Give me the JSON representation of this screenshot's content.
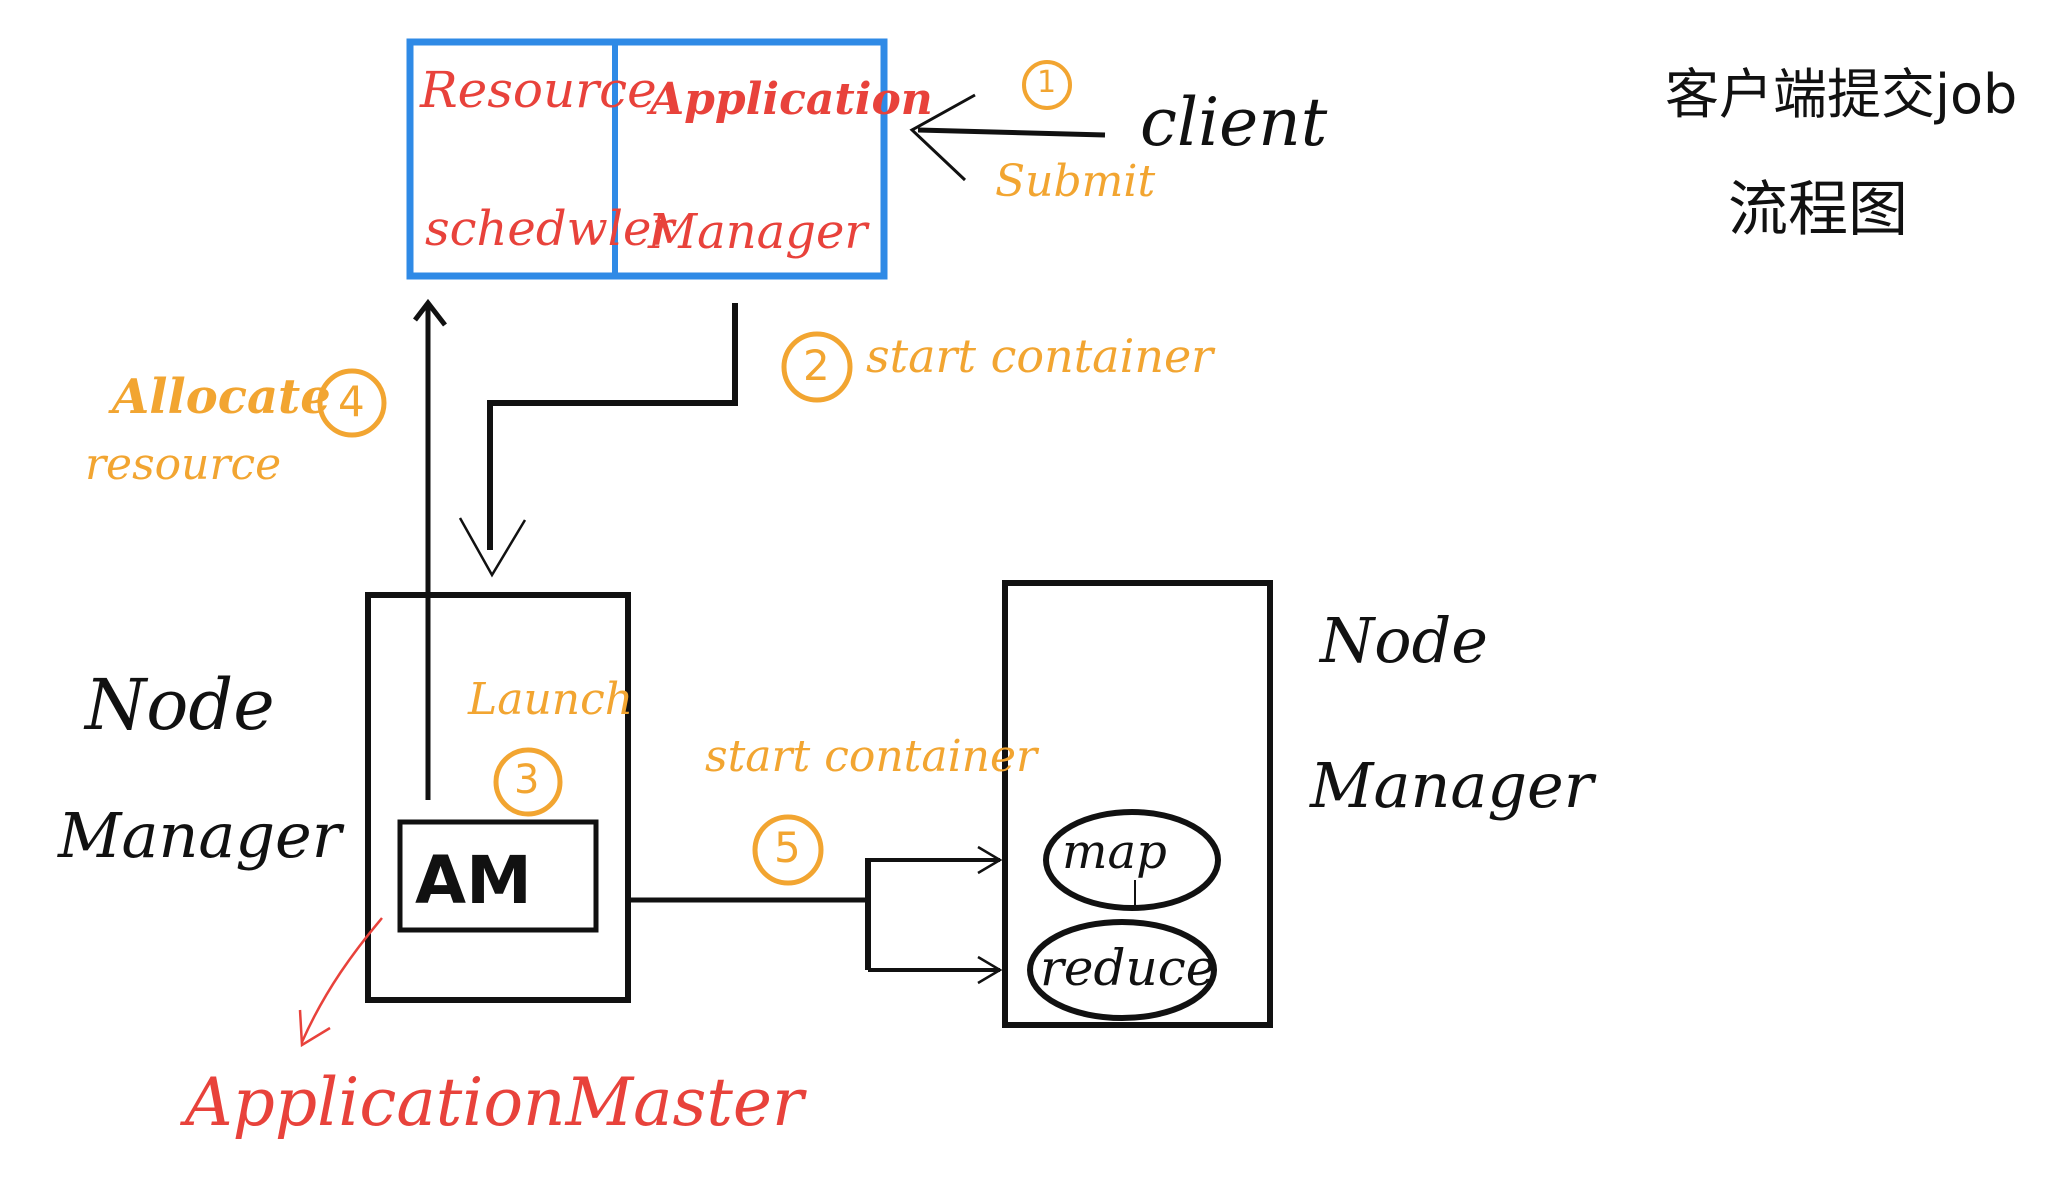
{
  "colors": {
    "blue": "#2f8ae6",
    "red": "#e8423b",
    "orange": "#f2a531",
    "black": "#111111"
  },
  "resource_manager": {
    "left_line1": "Resource",
    "left_line2": "schedwler",
    "right_line1": "Application",
    "right_line2": "Manager"
  },
  "client": {
    "label": "client"
  },
  "steps": {
    "step1": {
      "number": "1",
      "label": "Submit"
    },
    "step2": {
      "number": "2",
      "label": "start   container"
    },
    "step3": {
      "number": "3",
      "label": "Launch"
    },
    "step4": {
      "number": "4",
      "label_line1": "Allocate",
      "label_line2": "resource"
    },
    "step5": {
      "number": "5",
      "label": "start container"
    }
  },
  "left_node": {
    "label_line1": "Node",
    "label_line2": "Manager",
    "am_label": "AM",
    "am_callout": "ApplicationMaster"
  },
  "right_node": {
    "label_line1": "Node",
    "label_line2": "Manager",
    "task1": "map",
    "task2": "reduce"
  },
  "title": {
    "line1": "客户端提交job",
    "line2": "流程图"
  }
}
